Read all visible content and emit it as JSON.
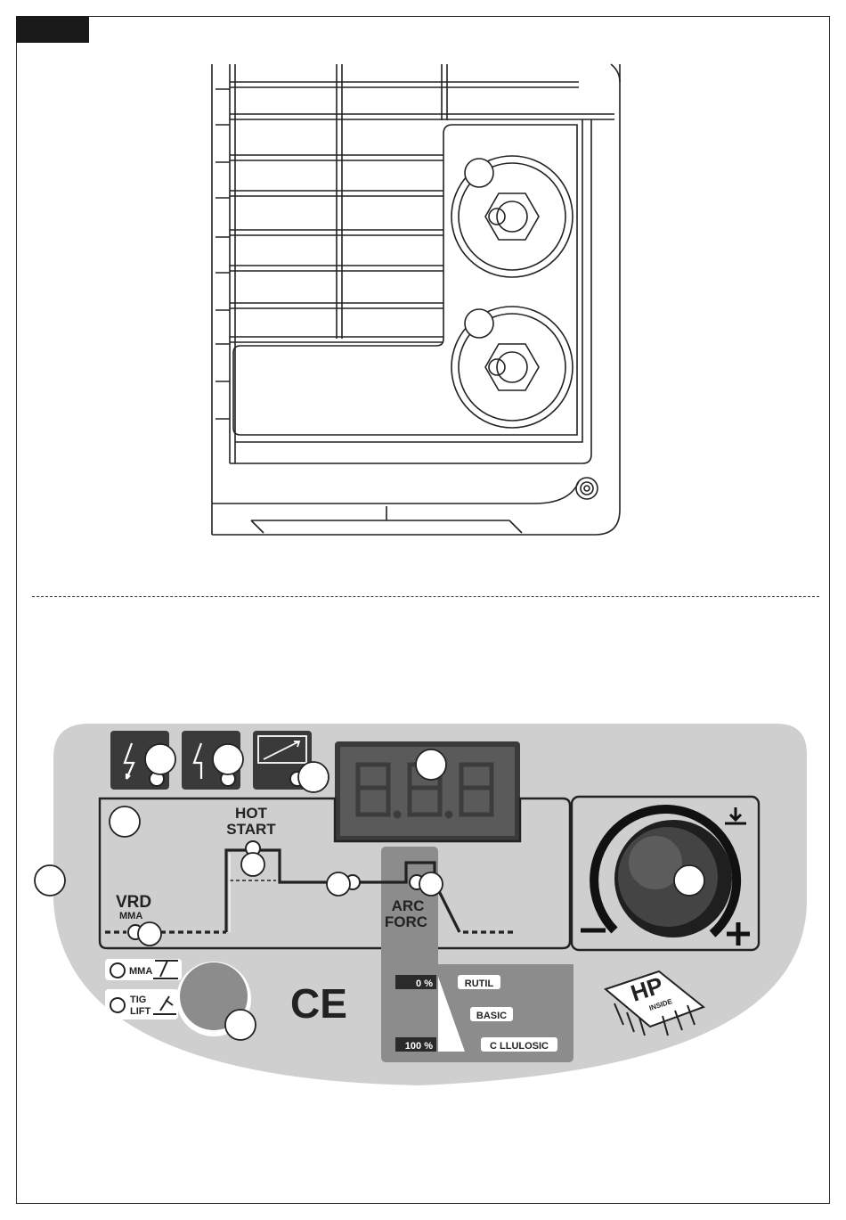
{
  "panel": {
    "hot_start_line1": "HOT",
    "hot_start_line2": "START",
    "vrd": "VRD",
    "vrd_mode": "MMA",
    "arc_force_line1": "ARC",
    "arc_force_line2": "FORC",
    "mode_mma": "MMA",
    "mode_tig_line1": "TIG",
    "mode_tig_line2": "LIFT",
    "ce_mark": "CE",
    "scale_min": "0 %",
    "scale_max": "100 %",
    "electrode_rutil": "RUTIL",
    "electrode_basic": "BASIC",
    "electrode_cellulosic": "C  LLULOSIC",
    "logo_main": "HP",
    "logo_sub": "INSIDE"
  },
  "colors": {
    "panel_gray": "#cfcfcf",
    "dark_box": "#3a3a3a",
    "arc_gray": "#8c8c8c",
    "knob_dark": "#222222"
  }
}
